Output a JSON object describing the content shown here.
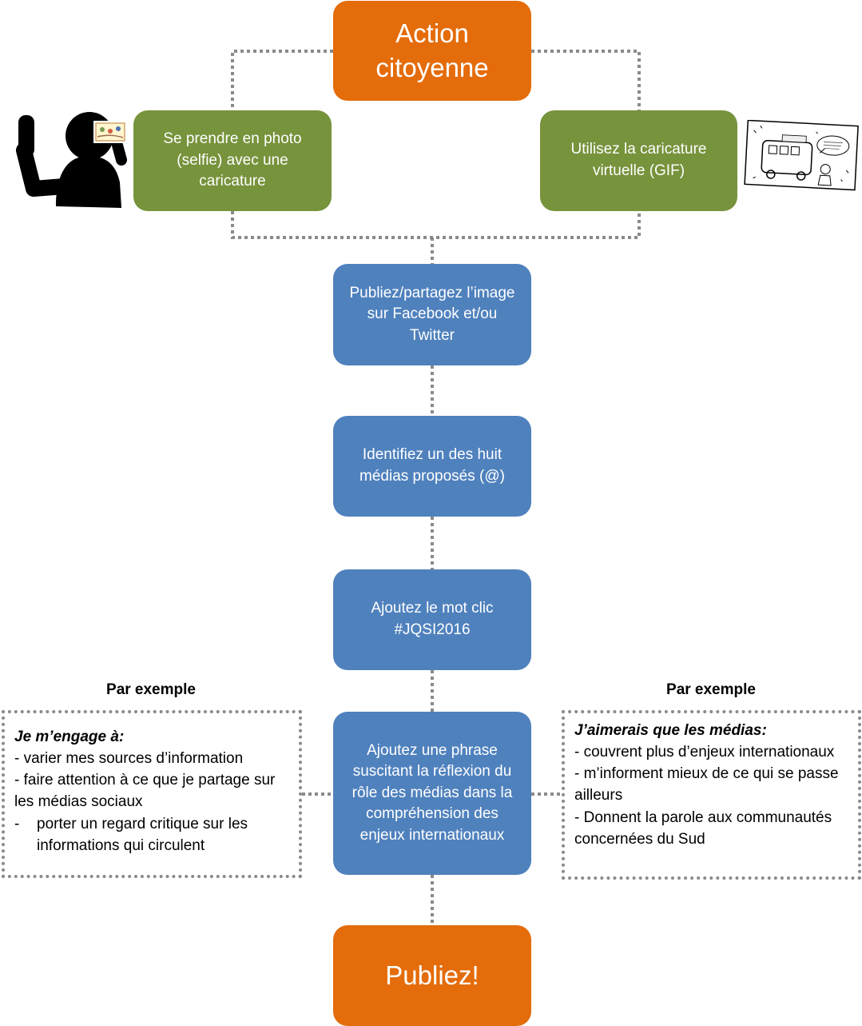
{
  "top": {
    "title": "Action citoyenne"
  },
  "left_option": {
    "text": "Se prendre en photo (selfie) avec une caricature",
    "icon": "selfie-person-icon"
  },
  "right_option": {
    "text": "Utilisez la caricature virtuelle (GIF)",
    "icon": "caricature-drawing-icon"
  },
  "steps": [
    "Publiez/partagez l’image sur Facebook et/ou Twitter",
    "Identifiez un des huit médias proposés (@)",
    "Ajoutez le mot clic #JQSI2016",
    "Ajoutez une phrase suscitant la réflexion du rôle des médias dans la compréhension des enjeux internationaux"
  ],
  "left_example": {
    "title": "Par exemple",
    "heading": "Je m’engage à:",
    "lines": [
      "- varier mes sources d’information",
      "- faire attention à ce que je partage sur les médias sociaux"
    ],
    "indented_dash": "-",
    "indented_text": "porter un regard critique sur les informations qui circulent"
  },
  "right_example": {
    "title": "Par exemple",
    "heading": "J’aimerais que les médias:",
    "lines": [
      "- couvrent plus d’enjeux internationaux",
      "- m’informent mieux de ce qui se passe ailleurs",
      "- Donnent la parole aux communautés  concernées du Sud"
    ]
  },
  "bottom": {
    "title": "Publiez!"
  },
  "colors": {
    "orange": "#e46c0a",
    "green": "#77933c",
    "blue": "#4f81bd",
    "connector": "#8a8a8a"
  }
}
